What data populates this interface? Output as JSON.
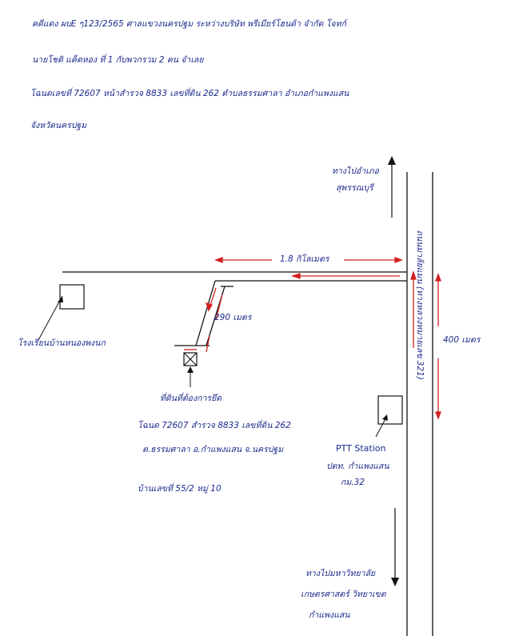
{
  "header": {
    "line1": "คดีแดง ผบE ๆ123/2565  ศาลแขวงนครปฐม  ระหว่างบริษัท  พรีเมียร์โฮนด้า จำกัด  โจทก์",
    "line2": "นายโชติ  แค็ดหอง  ที่ 1 กับพวกรวม 2 คน  จำเลย",
    "line3": "โฉนดเลขที่ 72607   หน้าสำรวจ 8833   เลขที่ดิน 262   ตำบลธรรมศาลา   อำเภอกำแพงแสน",
    "line4": "จังหวัดนครปฐม"
  },
  "map": {
    "north_direction": "ทางไปอำเภอ",
    "north_direction_2": "สุพรรณบุรี",
    "road_name": "ถนนมาลัยแมน (ทางหลวงหมายเลข 321)",
    "distance_horizontal": "1.8 กิโลเมตร",
    "distance_branch": "290 เมตร",
    "distance_vertical": "400 เมตร",
    "school_label": "โรงเรียนบ้านหนองพงนก",
    "target_label_1": "ที่ดินที่ต้องการยึด",
    "target_label_2": "โฉนด 72607  สำรวจ 8833  เลขที่ดิน 262",
    "target_label_3": "ต.ธรรมศาลา  อ.กำแพงแสน  จ.นครปฐม",
    "house_number": "บ้านเลขที่ 55/2 หมู่ 10",
    "ptt_label": "PTT Station",
    "ptt_sub_1": "ปตท. กำแพงแสน",
    "ptt_sub_2": "กม.32",
    "south_direction_1": "ทางไปมหาวิทยาลัย",
    "south_direction_2": "เกษตรศาสตร์ วิทยาเขต",
    "south_direction_3": "กำแพงแสน"
  },
  "colors": {
    "ink": "#1c2a8c",
    "marker": "#d42020",
    "line": "#111111"
  }
}
